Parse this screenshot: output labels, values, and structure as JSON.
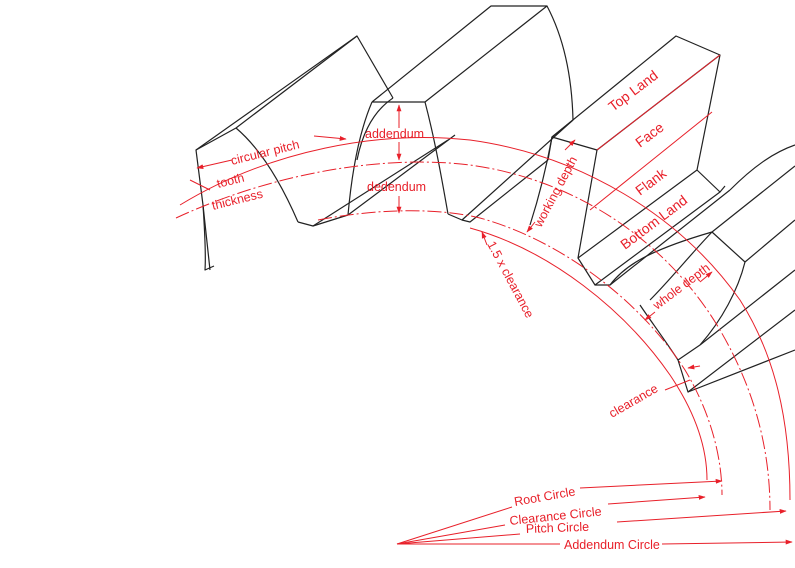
{
  "labels": {
    "circular_pitch": "circular pitch",
    "tooth": "tooth",
    "thickness": "thickness",
    "addendum": "addendum",
    "dedendum": "dedendum",
    "working_depth": "working depth",
    "clearance_1_5": "1.5 x clearance",
    "top_land": "Top Land",
    "face": "Face",
    "flank": "Flank",
    "bottom_land": "Bottom Land",
    "whole_depth": "whole depth",
    "clearance": "clearance",
    "root_circle": "Root Circle",
    "clearance_circle": "Clearance Circle",
    "pitch_circle": "Pitch Circle",
    "addendum_circle": "Addendum Circle"
  },
  "colors": {
    "annotation": "#e8202a",
    "outline": "#222222",
    "background": "#ffffff"
  }
}
